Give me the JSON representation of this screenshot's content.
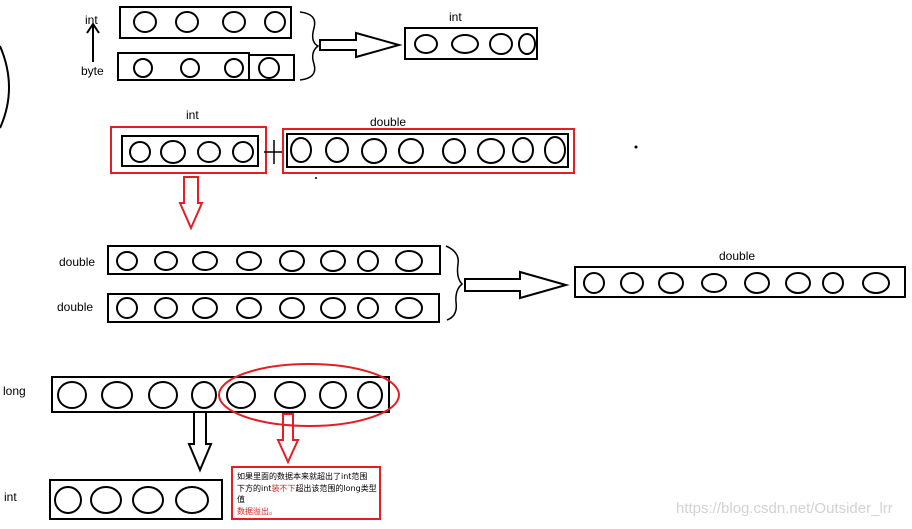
{
  "labels": {
    "int_top": "int",
    "byte": "byte",
    "int_result": "int",
    "int_mid": "int",
    "double_mid": "double",
    "double_a": "double",
    "double_b": "double",
    "double_result": "double",
    "long": "long",
    "int_bottom": "int"
  },
  "note": {
    "line1": "如果里面的数据本来就超出了int范围",
    "line2_black": "下方的int",
    "line2_red": "装不下",
    "line2_rest": "超出该范围的long类型",
    "line3": "值",
    "line4": "数据溢出。"
  },
  "watermark": "https://blog.csdn.net/Outsider_lrr",
  "colors": {
    "ink": "#000000",
    "highlight": "#e31e24",
    "watermark": "#d2d2d2"
  }
}
